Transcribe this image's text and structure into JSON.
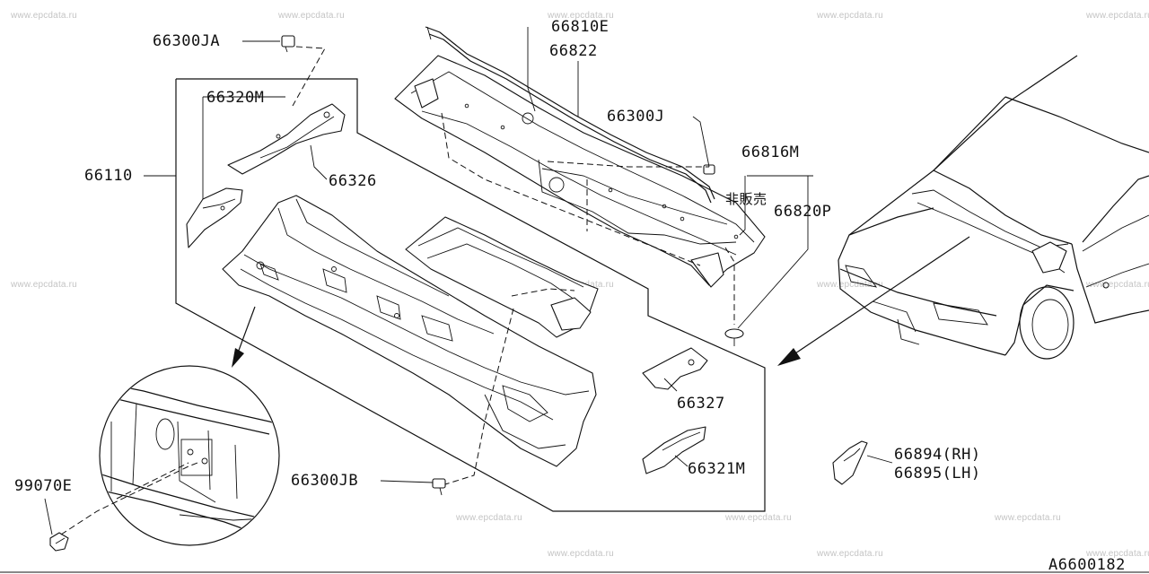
{
  "watermark_text": "www.epcdata.ru",
  "drawing_code": "A6600182",
  "parts": {
    "p66300JA": "66300JA",
    "p66320M": "66320M",
    "p66110": "66110",
    "p66326": "66326",
    "p66810E": "66810E",
    "p66822": "66822",
    "p66300J": "66300J",
    "p66816M": "66816M",
    "not_for_sale": "非販売",
    "p66820P": "66820P",
    "p66327": "66327",
    "p66321M": "66321M",
    "p66300JB": "66300JB",
    "p99070E": "99070E",
    "p66894": "66894(RH)",
    "p66895": "66895(LH)"
  }
}
